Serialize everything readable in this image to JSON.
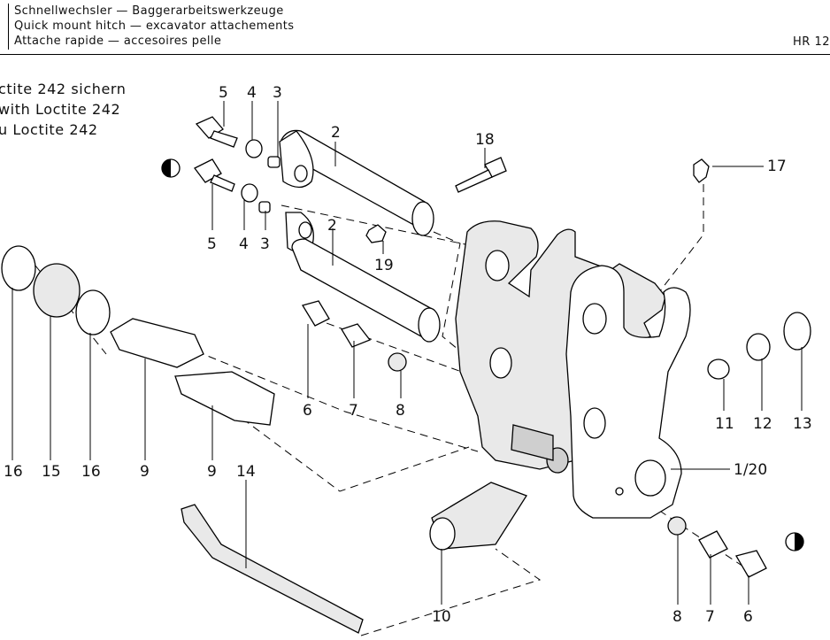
{
  "header": {
    "lines": [
      "Schnellwechsler — Baggerarbeitswerkzeuge",
      "Quick mount hitch — excavator attachements",
      "Attache rapide — accesoires pelle"
    ],
    "doc_code": "HR 12"
  },
  "notes": [
    "ctite 242 sichern",
    "with Loctite 242",
    "u Loctite 242"
  ],
  "callouts": {
    "c5a": "5",
    "c4a": "4",
    "c3a": "3",
    "c2a": "2",
    "c18": "18",
    "c17": "17",
    "c5b": "5",
    "c4b": "4",
    "c3b": "3",
    "c2b": "2",
    "c19": "19",
    "c6a": "6",
    "c7a": "7",
    "c8a": "8",
    "c11": "11",
    "c12": "12",
    "c13": "13",
    "c16a": "16",
    "c15": "15",
    "c16b": "16",
    "c9a": "9",
    "c9b": "9",
    "c14": "14",
    "c1_20": "1/20",
    "c10": "10",
    "c8b": "8",
    "c7b": "7",
    "c6b": "6"
  },
  "symbols": {
    "loctite_marker": "half-filled-circle-icon"
  }
}
